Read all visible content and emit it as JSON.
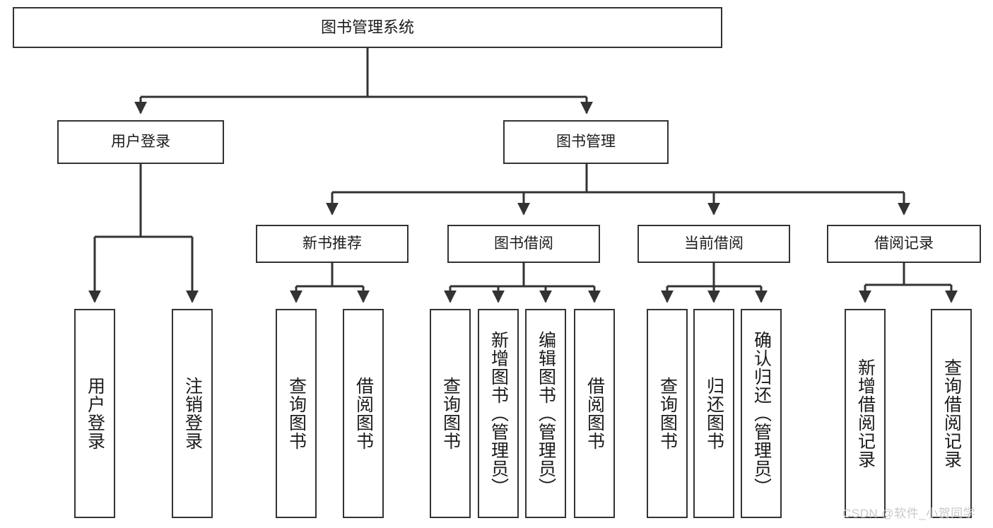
{
  "diagram": {
    "type": "tree",
    "title": "图书管理系统",
    "root": {
      "label": "图书管理系统"
    },
    "level2": [
      {
        "label": "用户登录"
      },
      {
        "label": "图书管理"
      }
    ],
    "level3": [
      {
        "label": "新书推荐"
      },
      {
        "label": "图书借阅"
      },
      {
        "label": "当前借阅"
      },
      {
        "label": "借阅记录"
      }
    ],
    "leaves": {
      "user_login": [
        {
          "label": "用户登录"
        },
        {
          "label": "注销登录"
        }
      ],
      "new_book_recommend": [
        {
          "label": "查询图书"
        },
        {
          "label": "借阅图书"
        }
      ],
      "book_borrow": [
        {
          "label": "查询图书"
        },
        {
          "label": "新增图书（管理员）"
        },
        {
          "label": "编辑图书（管理员）"
        },
        {
          "label": "借阅图书"
        }
      ],
      "current_borrow": [
        {
          "label": "查询图书"
        },
        {
          "label": "归还图书"
        },
        {
          "label": "确认归还（管理员）"
        }
      ],
      "borrow_records": [
        {
          "label": "新增借阅记录"
        },
        {
          "label": "查询借阅记录"
        }
      ]
    }
  },
  "watermark": {
    "text": "CSDN @软件_小贺同学"
  },
  "colors": {
    "box_border": "#333333",
    "box_fill": "#ffffff",
    "text": "#1b1b1b",
    "connector": "#333333",
    "watermark": "#c9c9c9"
  }
}
